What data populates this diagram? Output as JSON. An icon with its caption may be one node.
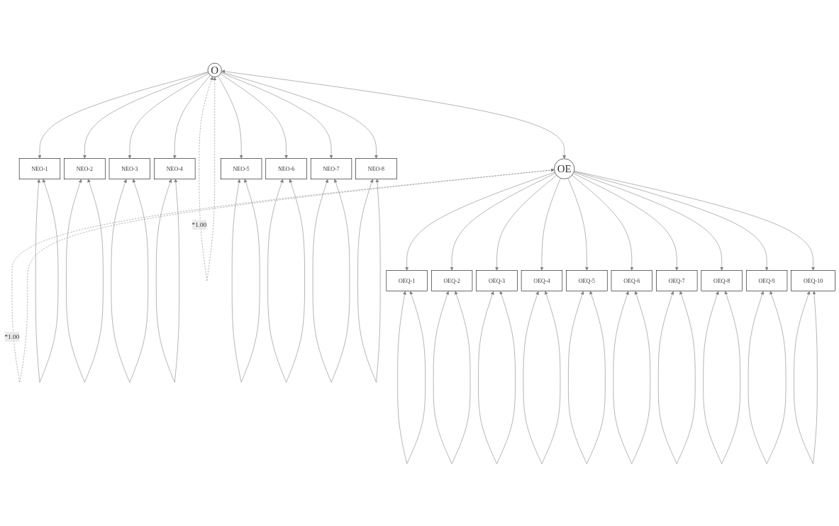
{
  "diagram": {
    "nodes": [
      {
        "text": [
          "O"
        ]
      },
      {
        "text": [
          "OE"
        ]
      },
      {
        "text": [
          "NEO-1"
        ]
      },
      {
        "text": [
          "NEO-2"
        ]
      },
      {
        "text": [
          "NEO-3"
        ]
      },
      {
        "text": [
          "NEO-4"
        ]
      },
      {
        "text": [
          "NEO-5"
        ]
      },
      {
        "text": [
          "NEO-6"
        ]
      },
      {
        "text": [
          "NEO-7"
        ]
      },
      {
        "text": [
          "NEO-8"
        ]
      },
      {
        "text": [
          "OEQ-1"
        ]
      },
      {
        "text": [
          "OEQ-2"
        ]
      },
      {
        "text": [
          "OEQ-3"
        ]
      },
      {
        "text": [
          "OEQ-4"
        ]
      },
      {
        "text": [
          "OEQ-5"
        ]
      },
      {
        "text": [
          "OEQ-6"
        ]
      },
      {
        "text": [
          "OEQ-7"
        ]
      },
      {
        "text": [
          "OEQ-8"
        ]
      },
      {
        "text": [
          "OEQ-9"
        ]
      },
      {
        "text": [
          "OEQ-10"
        ]
      }
    ],
    "edges": [
      {
        "from": 0,
        "to": 0,
        "arrow": "both",
        "style": "dashed",
        "label": "*1.00"
      },
      {
        "from": 1,
        "to": 1,
        "arrow": "both",
        "style": "dashed",
        "label": "*1.00"
      },
      {
        "from": 0,
        "to": 1,
        "arrow": "both"
      },
      {
        "from": 0,
        "to": 2,
        "arrow": "to"
      },
      {
        "from": 0,
        "to": 3,
        "arrow": "to"
      },
      {
        "from": 0,
        "to": 4,
        "arrow": "to"
      },
      {
        "from": 0,
        "to": 5,
        "arrow": "to"
      },
      {
        "from": 0,
        "to": 6,
        "arrow": "to"
      },
      {
        "from": 0,
        "to": 7,
        "arrow": "to"
      },
      {
        "from": 0,
        "to": 8,
        "arrow": "to"
      },
      {
        "from": 0,
        "to": 9,
        "arrow": "to"
      },
      {
        "from": 1,
        "to": 10,
        "arrow": "to"
      },
      {
        "from": 1,
        "to": 11,
        "arrow": "to"
      },
      {
        "from": 1,
        "to": 12,
        "arrow": "to"
      },
      {
        "from": 1,
        "to": 13,
        "arrow": "to"
      },
      {
        "from": 1,
        "to": 14,
        "arrow": "to"
      },
      {
        "from": 1,
        "to": 15,
        "arrow": "to"
      },
      {
        "from": 1,
        "to": 16,
        "arrow": "to"
      },
      {
        "from": 1,
        "to": 17,
        "arrow": "to"
      },
      {
        "from": 1,
        "to": 18,
        "arrow": "to"
      },
      {
        "from": 1,
        "to": 19,
        "arrow": "to"
      },
      {
        "from": 2,
        "to": 2,
        "arrow": "both"
      },
      {
        "from": 3,
        "to": 3,
        "arrow": "both"
      },
      {
        "from": 4,
        "to": 4,
        "arrow": "both"
      },
      {
        "from": 5,
        "to": 5,
        "arrow": "both"
      },
      {
        "from": 6,
        "to": 6,
        "arrow": "both"
      },
      {
        "from": 7,
        "to": 7,
        "arrow": "both"
      },
      {
        "from": 8,
        "to": 8,
        "arrow": "both"
      },
      {
        "from": 9,
        "to": 9,
        "arrow": "both"
      },
      {
        "from": 10,
        "to": 10,
        "arrow": "both"
      },
      {
        "from": 11,
        "to": 11,
        "arrow": "both"
      },
      {
        "from": 12,
        "to": 12,
        "arrow": "both"
      },
      {
        "from": 13,
        "to": 13,
        "arrow": "both"
      },
      {
        "from": 14,
        "to": 14,
        "arrow": "both"
      },
      {
        "from": 15,
        "to": 15,
        "arrow": "both"
      },
      {
        "from": 16,
        "to": 16,
        "arrow": "both"
      },
      {
        "from": 17,
        "to": 17,
        "arrow": "both"
      },
      {
        "from": 18,
        "to": 18,
        "arrow": "both"
      },
      {
        "from": 19,
        "to": 19,
        "arrow": "both"
      }
    ]
  }
}
